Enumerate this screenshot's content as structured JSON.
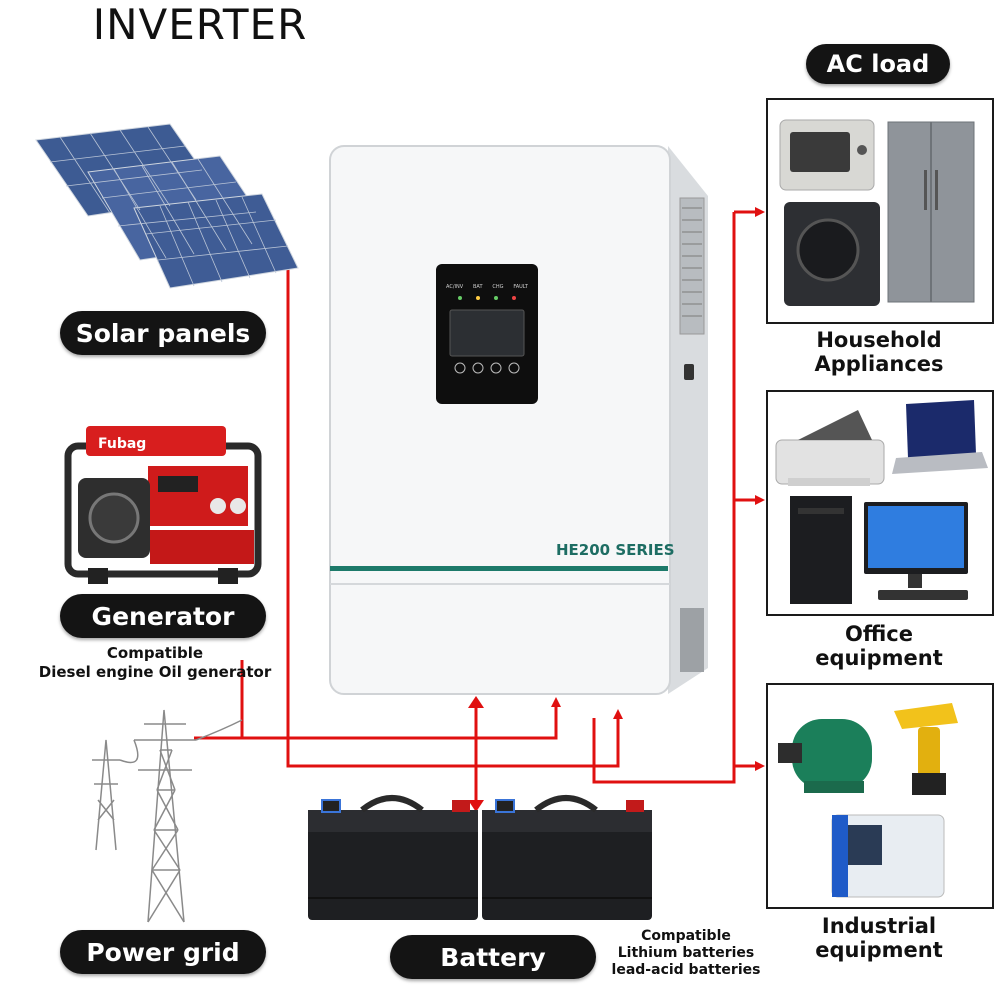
{
  "title": "INVERTER",
  "inverter": {
    "series_label": "HE200 SERIES",
    "display_indicators": [
      "AC/INV",
      "BAT",
      "CHG",
      "FAULT"
    ]
  },
  "sources": {
    "solar": {
      "label": "Solar panels"
    },
    "generator": {
      "label": "Generator",
      "note_line1": "Compatible",
      "note_line2": "Diesel engine Oil generator",
      "brand": "Fubag"
    },
    "grid": {
      "label": "Power grid"
    },
    "battery": {
      "label": "Battery",
      "note_line1": "Compatible",
      "note_line2": "Lithium batteries",
      "note_line3": "lead-acid batteries"
    }
  },
  "loads": {
    "header": "AC load",
    "household": {
      "line1": "Household",
      "line2": "Appliances"
    },
    "office": {
      "line1": "Office",
      "line2": "equipment"
    },
    "industrial": {
      "line1": "Industrial",
      "line2": "equipment"
    }
  },
  "colors": {
    "wire": "#e01010",
    "pill": "#141414",
    "inverter_stripe": "#1d7a6a"
  }
}
